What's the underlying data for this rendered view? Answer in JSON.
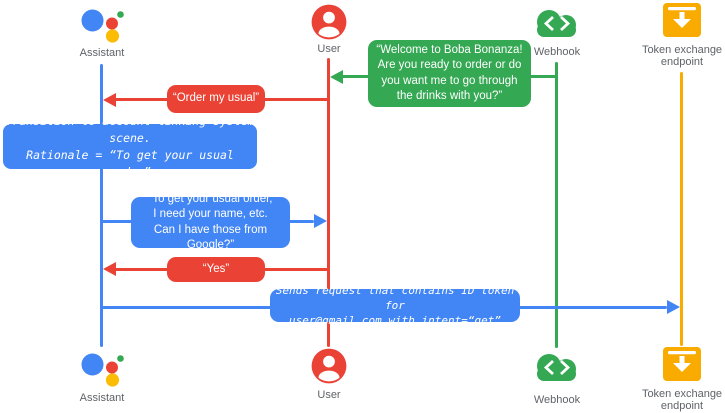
{
  "diagram": {
    "title_hint": "Account linking sequence diagram",
    "actors": {
      "assistant": "Assistant",
      "user": "User",
      "webhook": "Webhook",
      "token_endpoint": "Token exchange endpoint"
    },
    "messages": {
      "welcome": "“Welcome to Boba Bonanza!\nAre you ready to order or do\nyou want me to go through\nthe drinks with you?”",
      "order_usual": "“Order my usual”",
      "transition_note": "Transition to account linking system scene.\nRationale = “To get your usual order”",
      "ask_permission": "“To get your usual order,\nI need your name, etc.\nCan I have those from Google?”",
      "yes": "“Yes”",
      "send_request": "Sends request that contains ID token for\nuser@gmail.com with intent=“get”"
    },
    "colors": {
      "assistant_line": "#4285F4",
      "user_line": "#EA4335",
      "webhook_line": "#34A853",
      "token_endpoint_line": "#F9AB00",
      "label_text": "#5F6368"
    }
  }
}
